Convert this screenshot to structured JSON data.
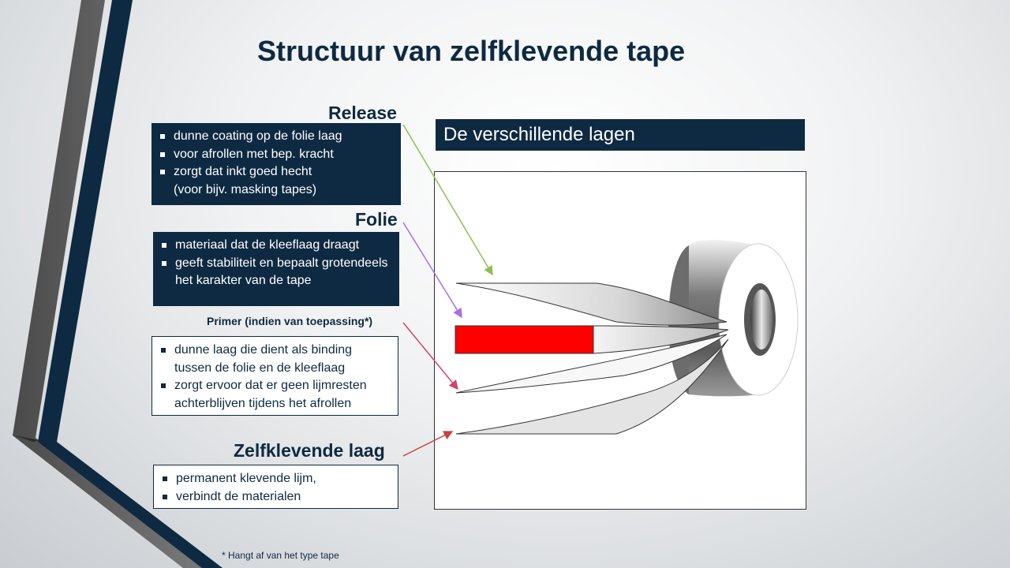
{
  "title": "Structuur van zelfklevende tape",
  "diagram_title": "De verschillende lagen",
  "colors": {
    "navy": "#0e2a42",
    "release_arrow": "#8cc152",
    "folie_arrow": "#a86fe6",
    "primer_arrow": "#d0466d",
    "adhesive_arrow": "#c94040",
    "layer_red": "#ff0000"
  },
  "sections": {
    "release": {
      "heading": "Release",
      "bullets": [
        "dunne coating op de folie laag",
        "voor afrollen met bep. kracht",
        "zorgt dat inkt goed hecht",
        "(voor bijv. masking tapes)"
      ]
    },
    "folie": {
      "heading": "Folie",
      "bullets": [
        "materiaal dat de kleeflaag draagt",
        "geeft stabiliteit en bepaalt grotendeels het karakter van de tape"
      ]
    },
    "primer": {
      "heading": "Primer (indien van toepassing*)",
      "bullets": [
        "dunne laag die dient als binding tussen de folie en de kleeflaag",
        "zorgt ervoor dat er geen lijmresten achterblijven tijdens het afrollen"
      ]
    },
    "adhesive": {
      "heading": "Zelfklevende laag",
      "bullets": [
        "permanent klevende lijm,",
        "verbindt de materialen"
      ]
    }
  },
  "footnote": "* Hangt af van het type tape"
}
